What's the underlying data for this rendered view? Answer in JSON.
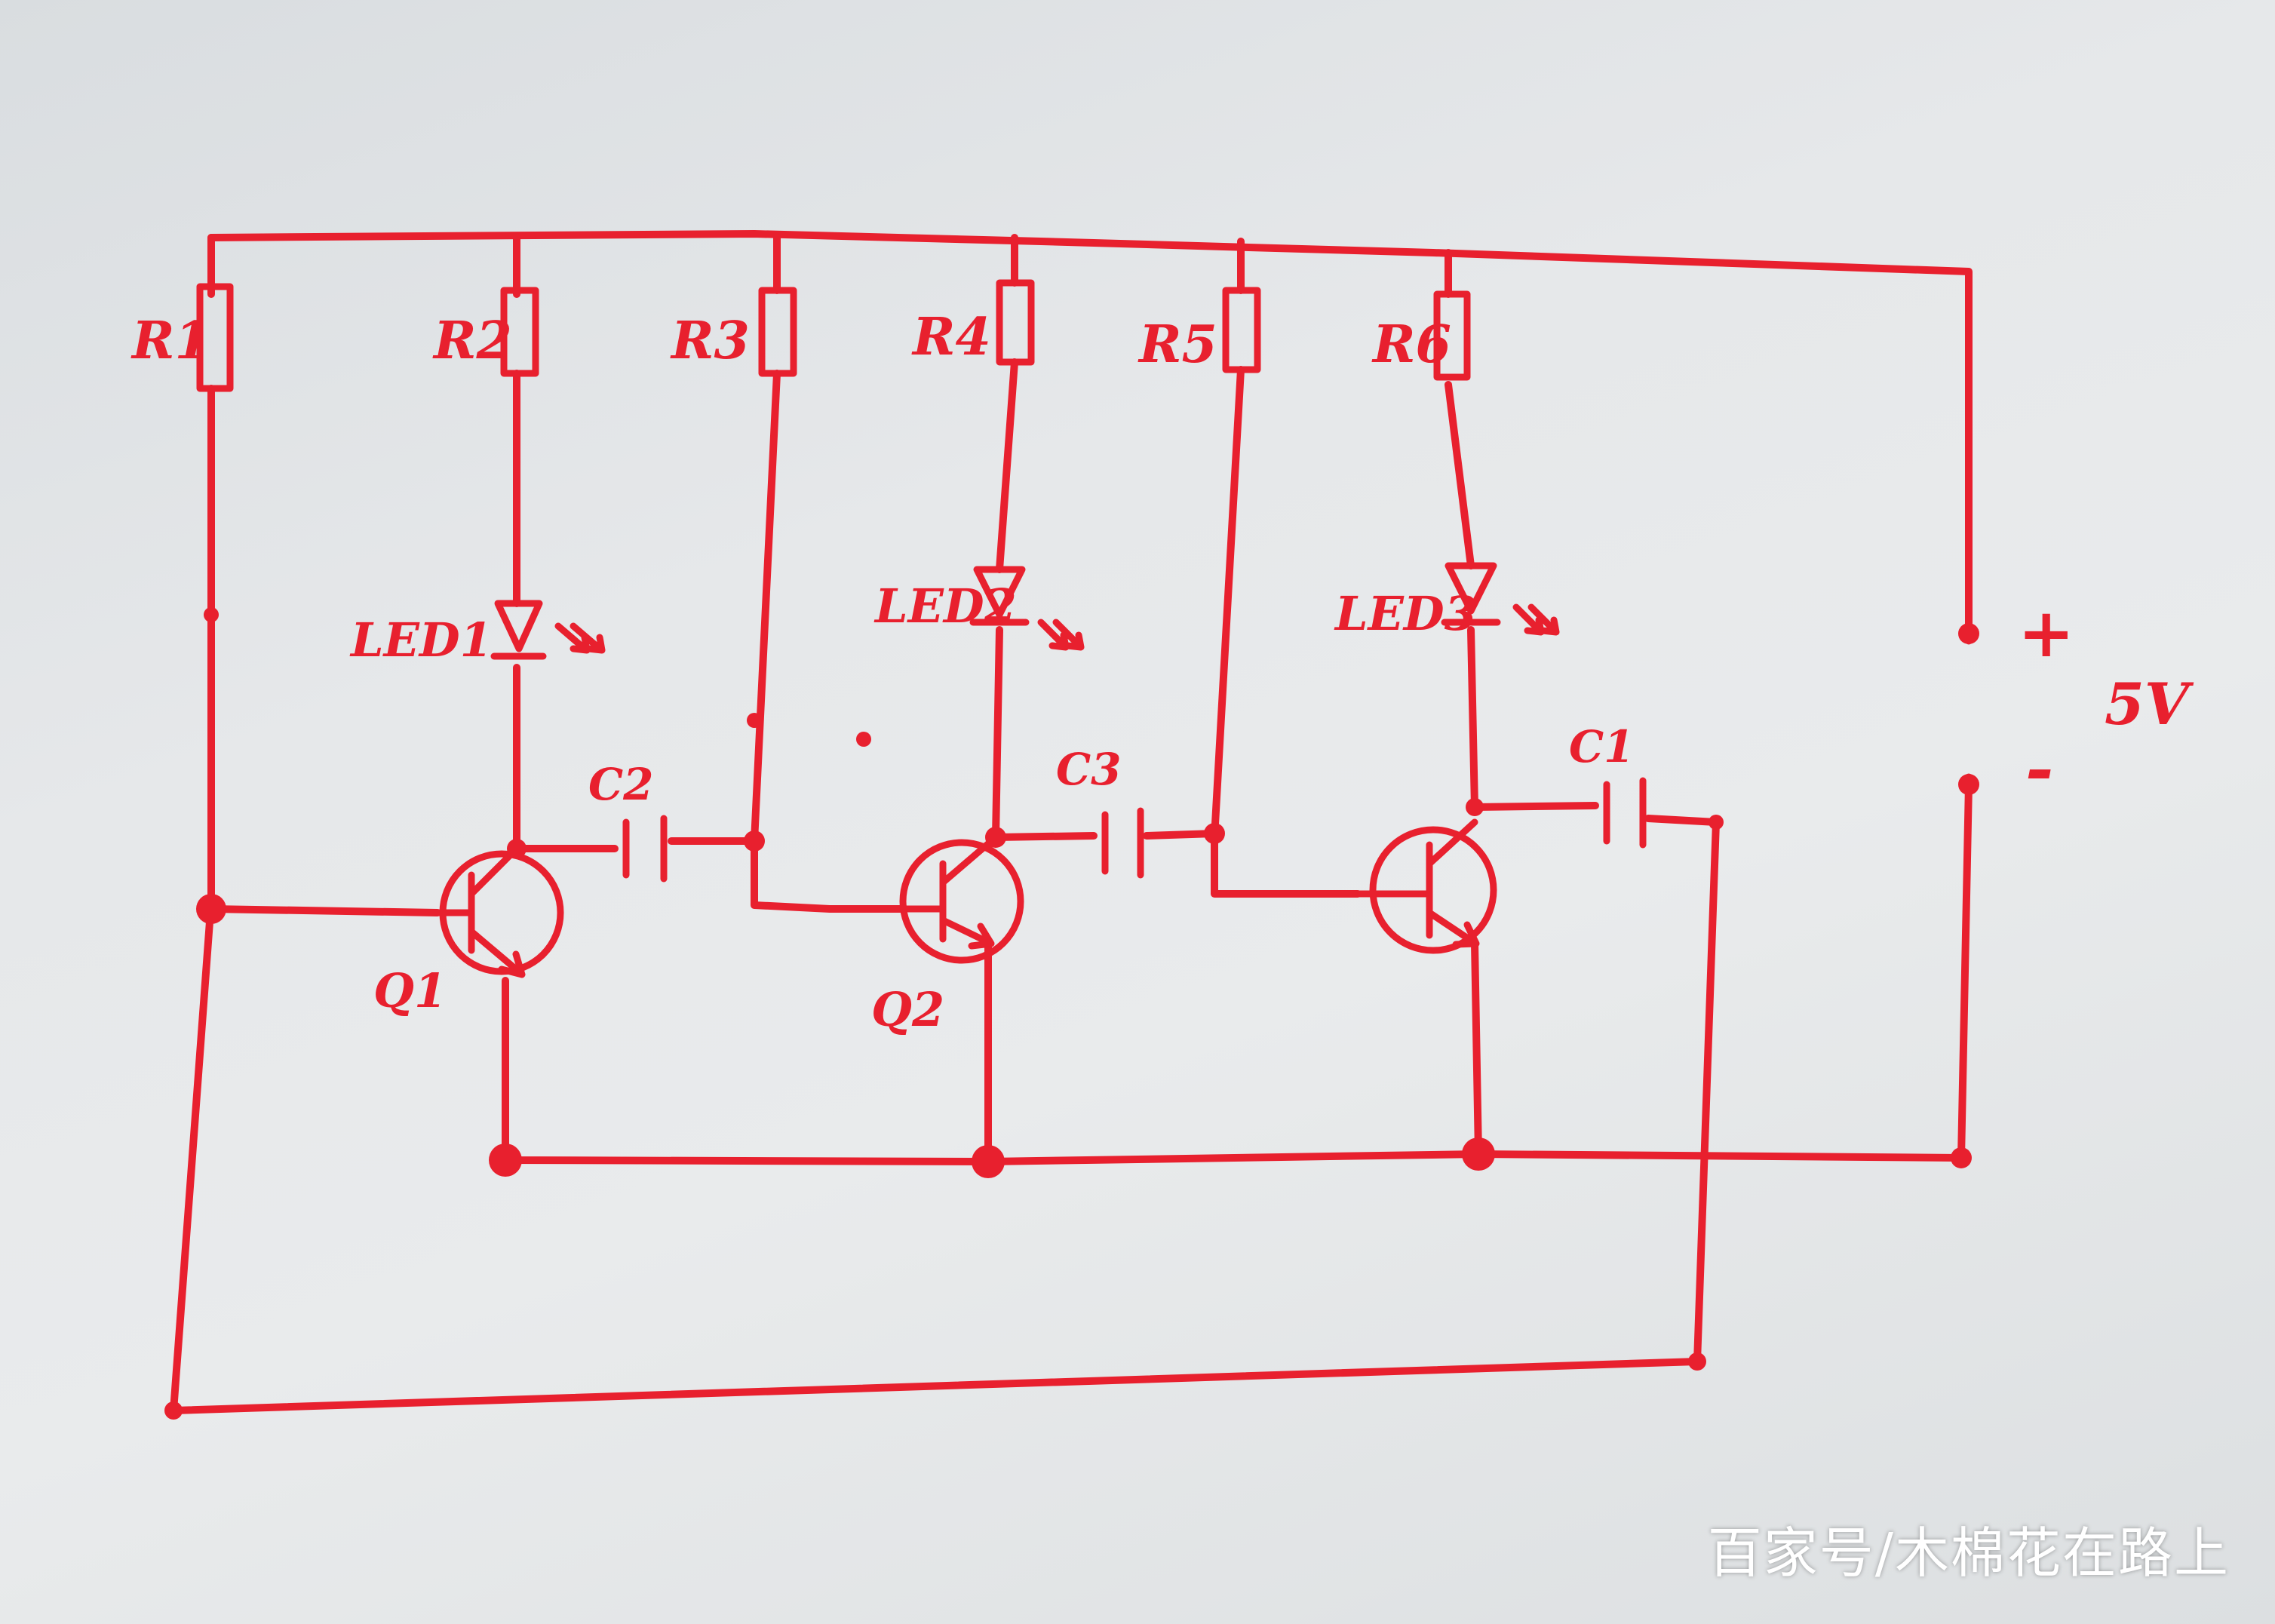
{
  "diagram": {
    "ink_color": "#e8202e",
    "resistors": [
      "R1",
      "R2",
      "R3",
      "R4",
      "R5",
      "R6"
    ],
    "leds": [
      "LED1",
      "LED2",
      "LED3"
    ],
    "capacitors": [
      "C2",
      "C3",
      "C1"
    ],
    "transistors": [
      "Q1",
      "Q2"
    ],
    "supply": {
      "plus": "+",
      "minus": "-",
      "voltage": "5V"
    }
  },
  "watermark": "百家号/木棉花在路上"
}
